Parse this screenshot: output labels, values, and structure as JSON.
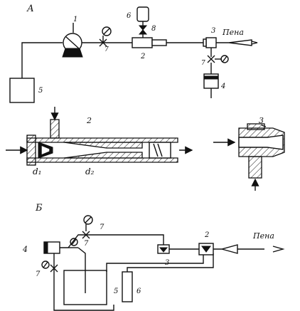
{
  "scheme_a": {
    "letter": "А",
    "output_label": "Пена",
    "labels": {
      "pump": "1",
      "foam_generator": "2",
      "mixer_tee": "3",
      "air_cylinder": "4",
      "tank": "5",
      "concentrate_vessel": "6",
      "valve": "7",
      "valve_2": "8"
    }
  },
  "sections": {
    "generator_section_label": "2",
    "mixer_section_label": "3",
    "d1": "d₁",
    "d2": "d₂"
  },
  "scheme_b": {
    "letter": "Б",
    "output_label": "Пена",
    "labels": {
      "foam_generator": "2",
      "mixer_tee": "3",
      "air_cylinder": "4",
      "tank": "5",
      "concentrate_vessel": "6",
      "valve_top": "7",
      "valve_mid": "7",
      "valve_left": "7"
    }
  }
}
